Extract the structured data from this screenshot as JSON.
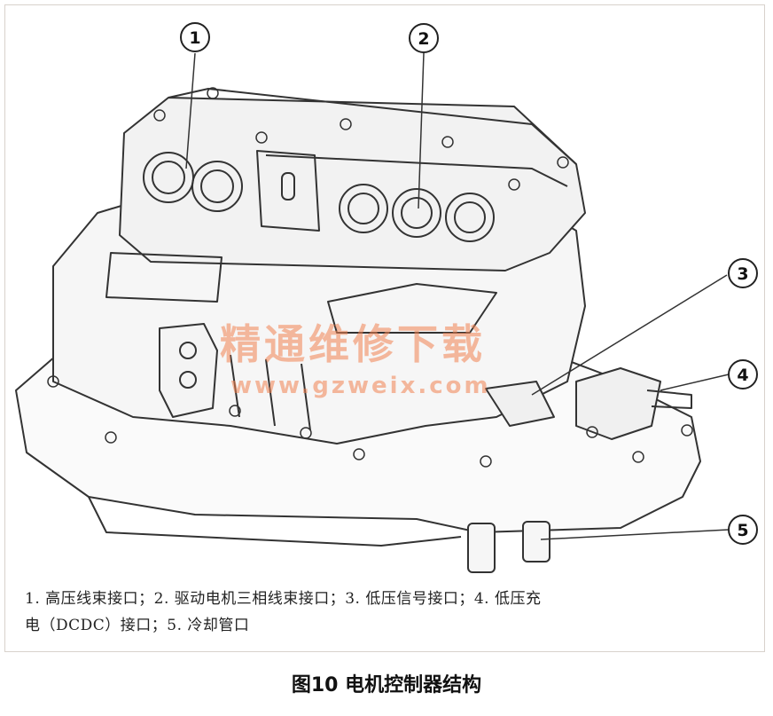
{
  "callouts": [
    "1",
    "2",
    "3",
    "4",
    "5"
  ],
  "caption": {
    "line1": "1. 高压线束接口；2. 驱动电机三相线束接口；3. 低压信号接口；4. 低压充",
    "line2": "电（DCDC）接口；5. 冷却管口"
  },
  "figure_title": "图10 电机控制器结构",
  "watermark": {
    "text_cn": "精通维修下载",
    "text_url": "www.gzweix.com"
  },
  "colors": {
    "line": "#333333",
    "watermark": "#f08250"
  }
}
